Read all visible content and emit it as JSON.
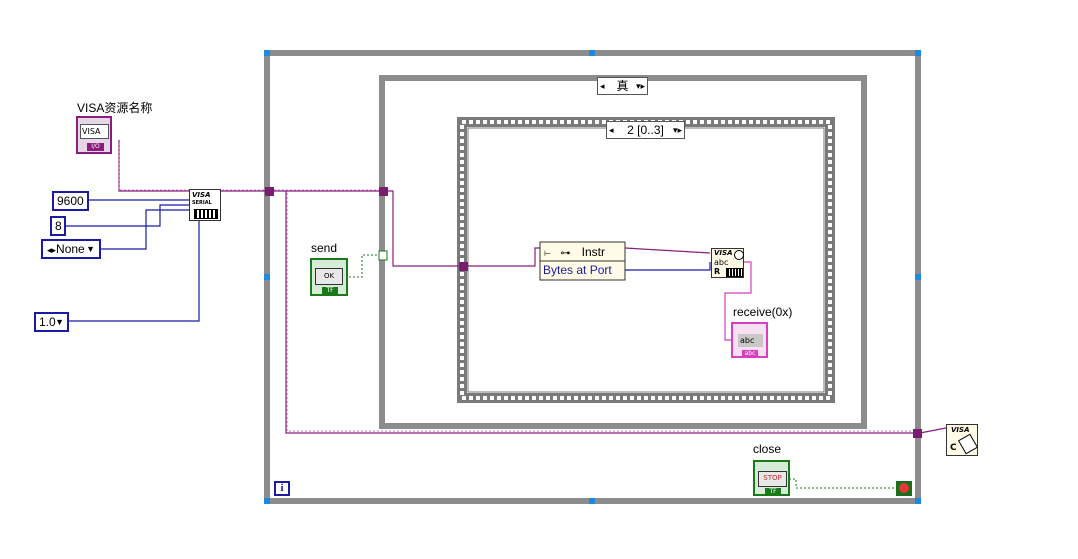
{
  "labels": {
    "visa_resource": "VISA资源名称",
    "send": "send",
    "receive": "receive(0x)",
    "close": "close"
  },
  "constants": {
    "baud": "9600",
    "data_bits": "8",
    "parity": "None",
    "timeout": "1.0"
  },
  "case_selector": "真",
  "sequence_selector": "2 [0..3]",
  "property_node": {
    "class": "Instr",
    "property": "Bytes at Port"
  },
  "glyphs": {
    "visa_tag": "VISA",
    "visa_io": "I/O",
    "serial": "SERIAL",
    "ok": "OK",
    "stop": "STOP",
    "tf": "TF",
    "abc": "abc",
    "abc_small": "abc",
    "r": "R",
    "c": "C",
    "info": "i"
  },
  "colors": {
    "visa_wire": "#8b1d7e",
    "numeric_wire": "#1a1aa6",
    "boolean_wire": "#1a7a1a",
    "string_wire": "#d83fc0",
    "frame_gray": "#8c8c8c"
  }
}
